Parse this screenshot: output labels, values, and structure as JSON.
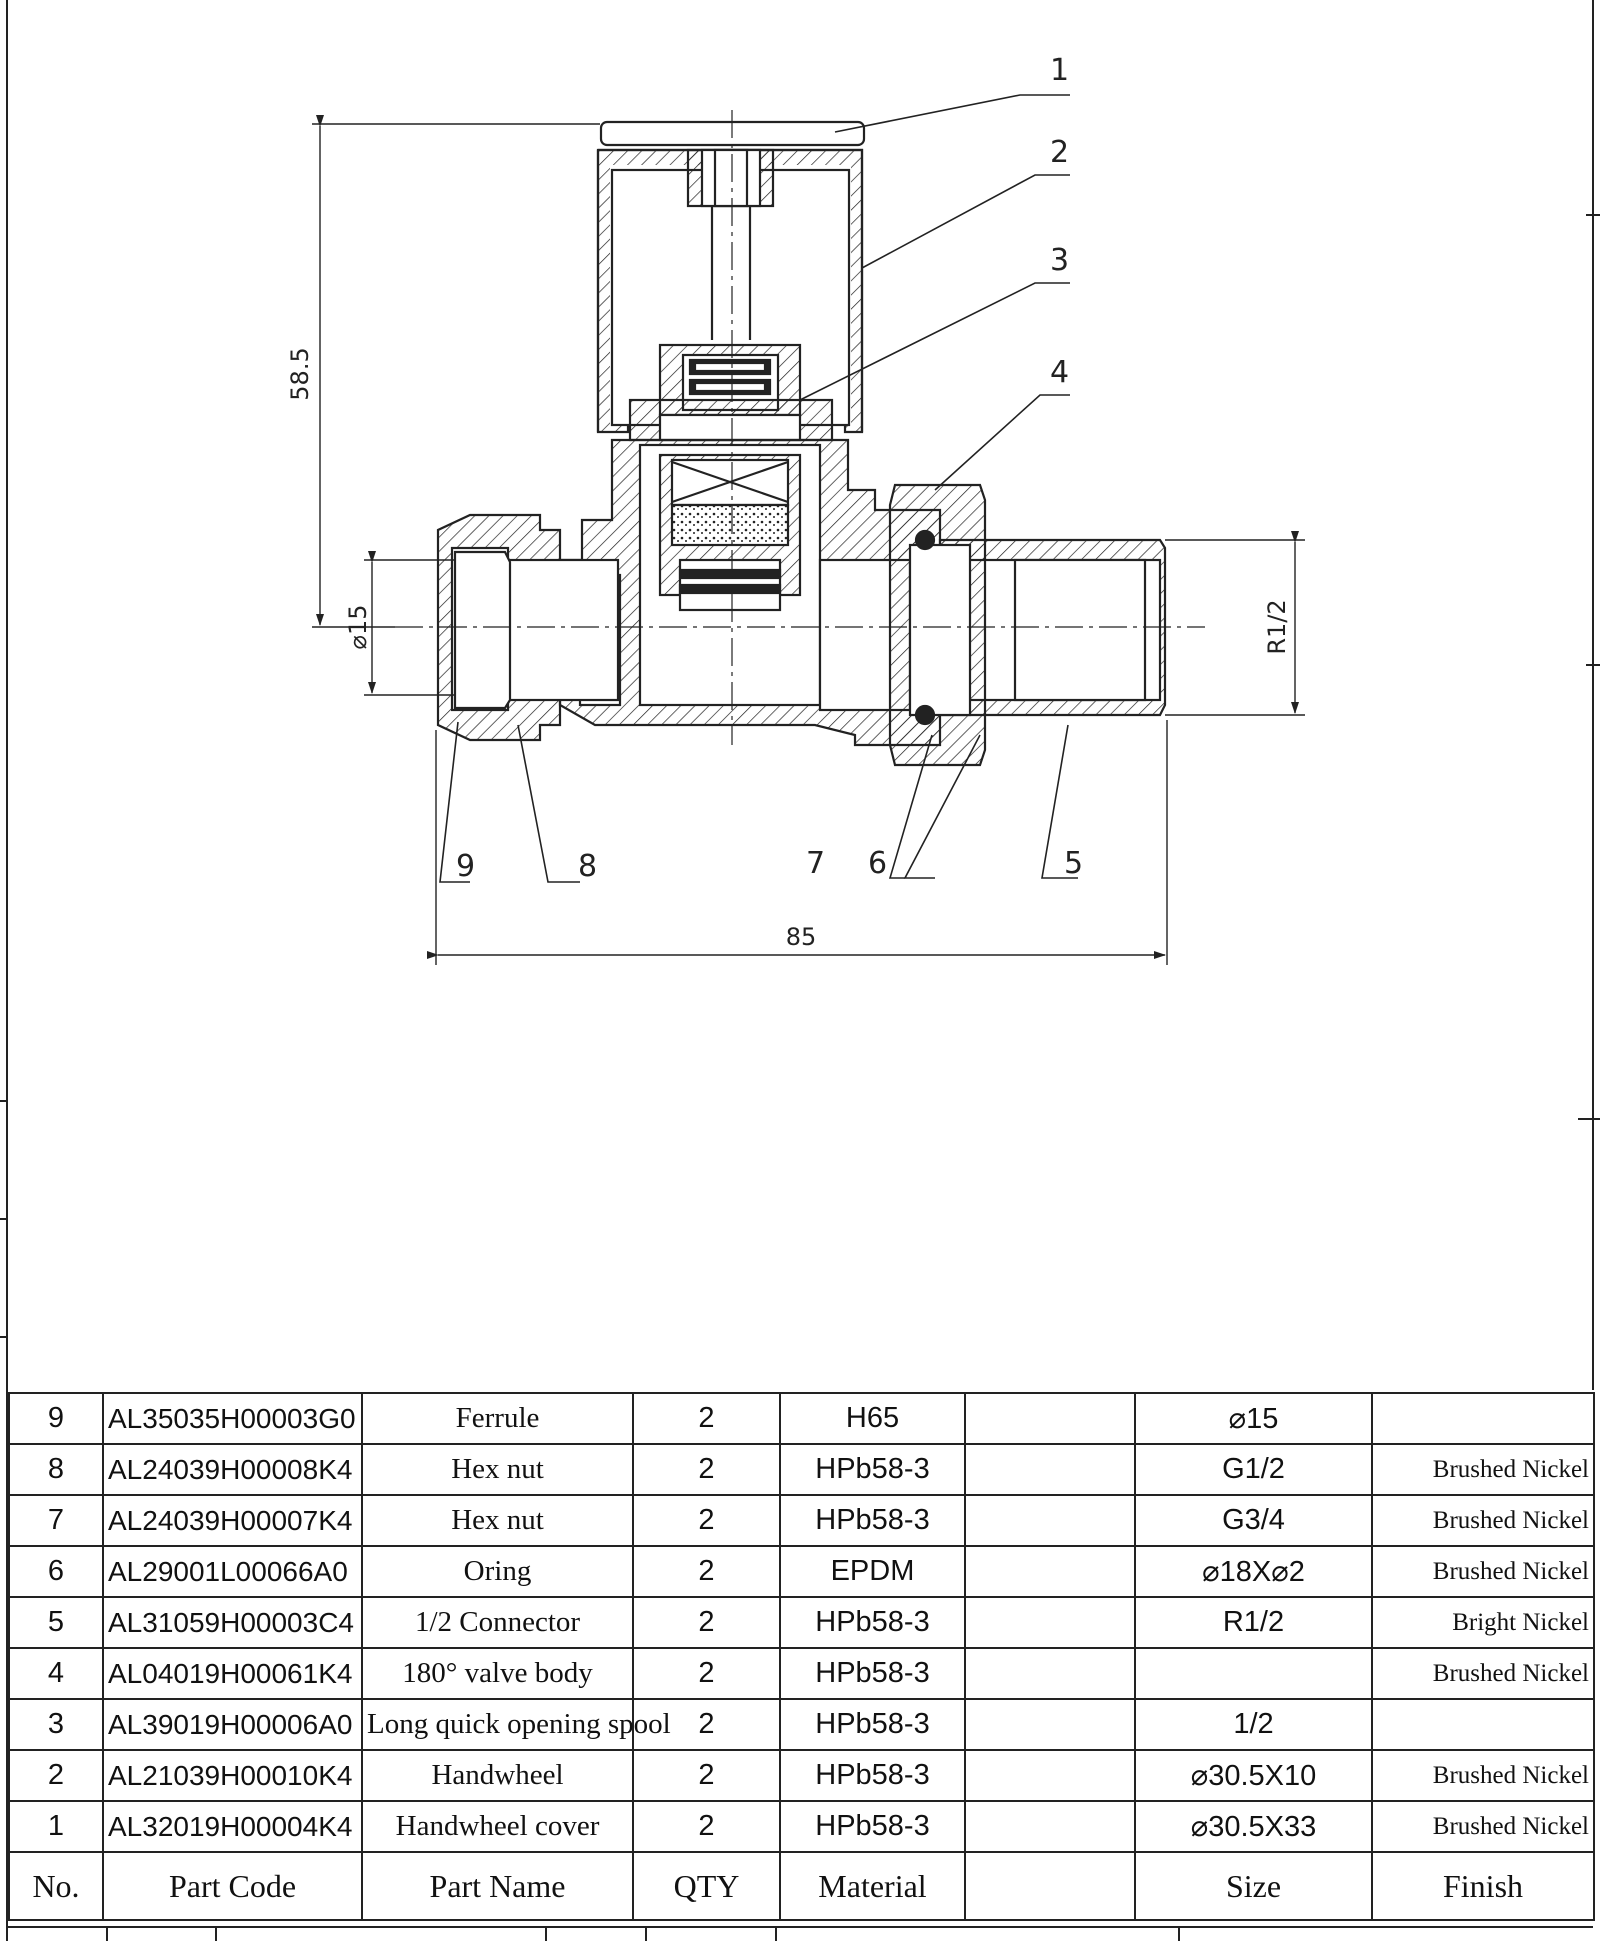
{
  "drawing": {
    "dimensions": {
      "height": "58.5",
      "pipe_dia": "⌀15",
      "length": "85",
      "thread": "R1/2"
    },
    "balloons": [
      "1",
      "2",
      "3",
      "4",
      "5",
      "6",
      "7",
      "8",
      "9"
    ]
  },
  "bom": {
    "headers": {
      "no": "No.",
      "part_code": "Part Code",
      "part_name": "Part Name",
      "qty": "QTY",
      "material": "Material",
      "size": "Size",
      "finish": "Finish"
    },
    "rows": [
      {
        "no": "9",
        "code": "AL35035H00003G0",
        "name": "Ferrule",
        "qty": "2",
        "material": "H65",
        "spec": "",
        "size": "⌀15",
        "finish": ""
      },
      {
        "no": "8",
        "code": "AL24039H00008K4",
        "name": "Hex nut",
        "qty": "2",
        "material": "HPb58-3",
        "spec": "",
        "size": "G1/2",
        "finish": "Brushed Nickel"
      },
      {
        "no": "7",
        "code": "AL24039H00007K4",
        "name": "Hex nut",
        "qty": "2",
        "material": "HPb58-3",
        "spec": "",
        "size": "G3/4",
        "finish": "Brushed Nickel"
      },
      {
        "no": "6",
        "code": "AL29001L00066A0",
        "name": "Oring",
        "qty": "2",
        "material": "EPDM",
        "spec": "",
        "size": "⌀18X⌀2",
        "finish": "Brushed Nickel"
      },
      {
        "no": "5",
        "code": "AL31059H00003C4",
        "name": "1/2  Connector",
        "qty": "2",
        "material": "HPb58-3",
        "spec": "",
        "size": "R1/2",
        "finish": "Bright Nickel"
      },
      {
        "no": "4",
        "code": "AL04019H00061K4",
        "name": "180°  valve body",
        "qty": "2",
        "material": "HPb58-3",
        "spec": "",
        "size": "",
        "finish": "Brushed Nickel"
      },
      {
        "no": "3",
        "code": "AL39019H00006A0",
        "name": "Long quick opening spool",
        "qty": "2",
        "material": "HPb58-3",
        "spec": "",
        "size": "1/2",
        "finish": ""
      },
      {
        "no": "2",
        "code": "AL21039H00010K4",
        "name": "Handwheel",
        "qty": "2",
        "material": "HPb58-3",
        "spec": "",
        "size": "⌀30.5X10",
        "finish": "Brushed Nickel"
      },
      {
        "no": "1",
        "code": "AL32019H00004K4",
        "name": "Handwheel cover",
        "qty": "2",
        "material": "HPb58-3",
        "spec": "",
        "size": "⌀30.5X33",
        "finish": "Brushed Nickel"
      }
    ]
  }
}
